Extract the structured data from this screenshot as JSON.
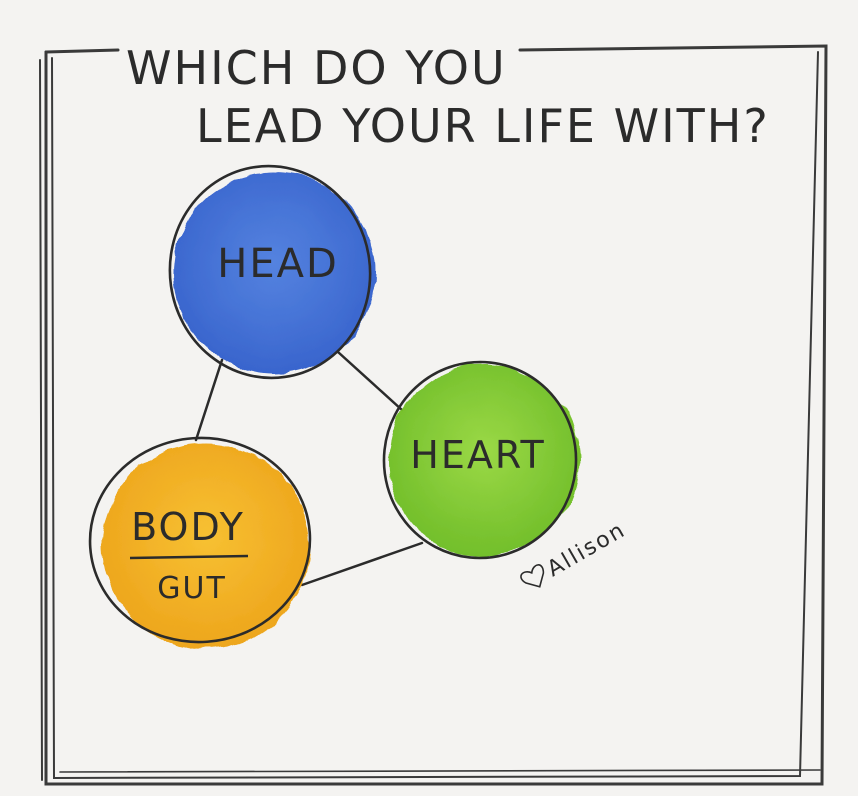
{
  "title": {
    "line1": "WHICH DO YOU",
    "line2": "LEAD YOUR LIFE WITH?"
  },
  "nodes": {
    "head": {
      "label": "HEAD",
      "color": "#3f6fd6"
    },
    "heart": {
      "label": "HEART",
      "color": "#86cc2f"
    },
    "body": {
      "label": "BODY",
      "sublabel": "GUT",
      "color": "#f4b21f"
    }
  },
  "signature": "Allison",
  "colors": {
    "ink": "#2b2b2b",
    "paper": "#f4f3f1"
  }
}
